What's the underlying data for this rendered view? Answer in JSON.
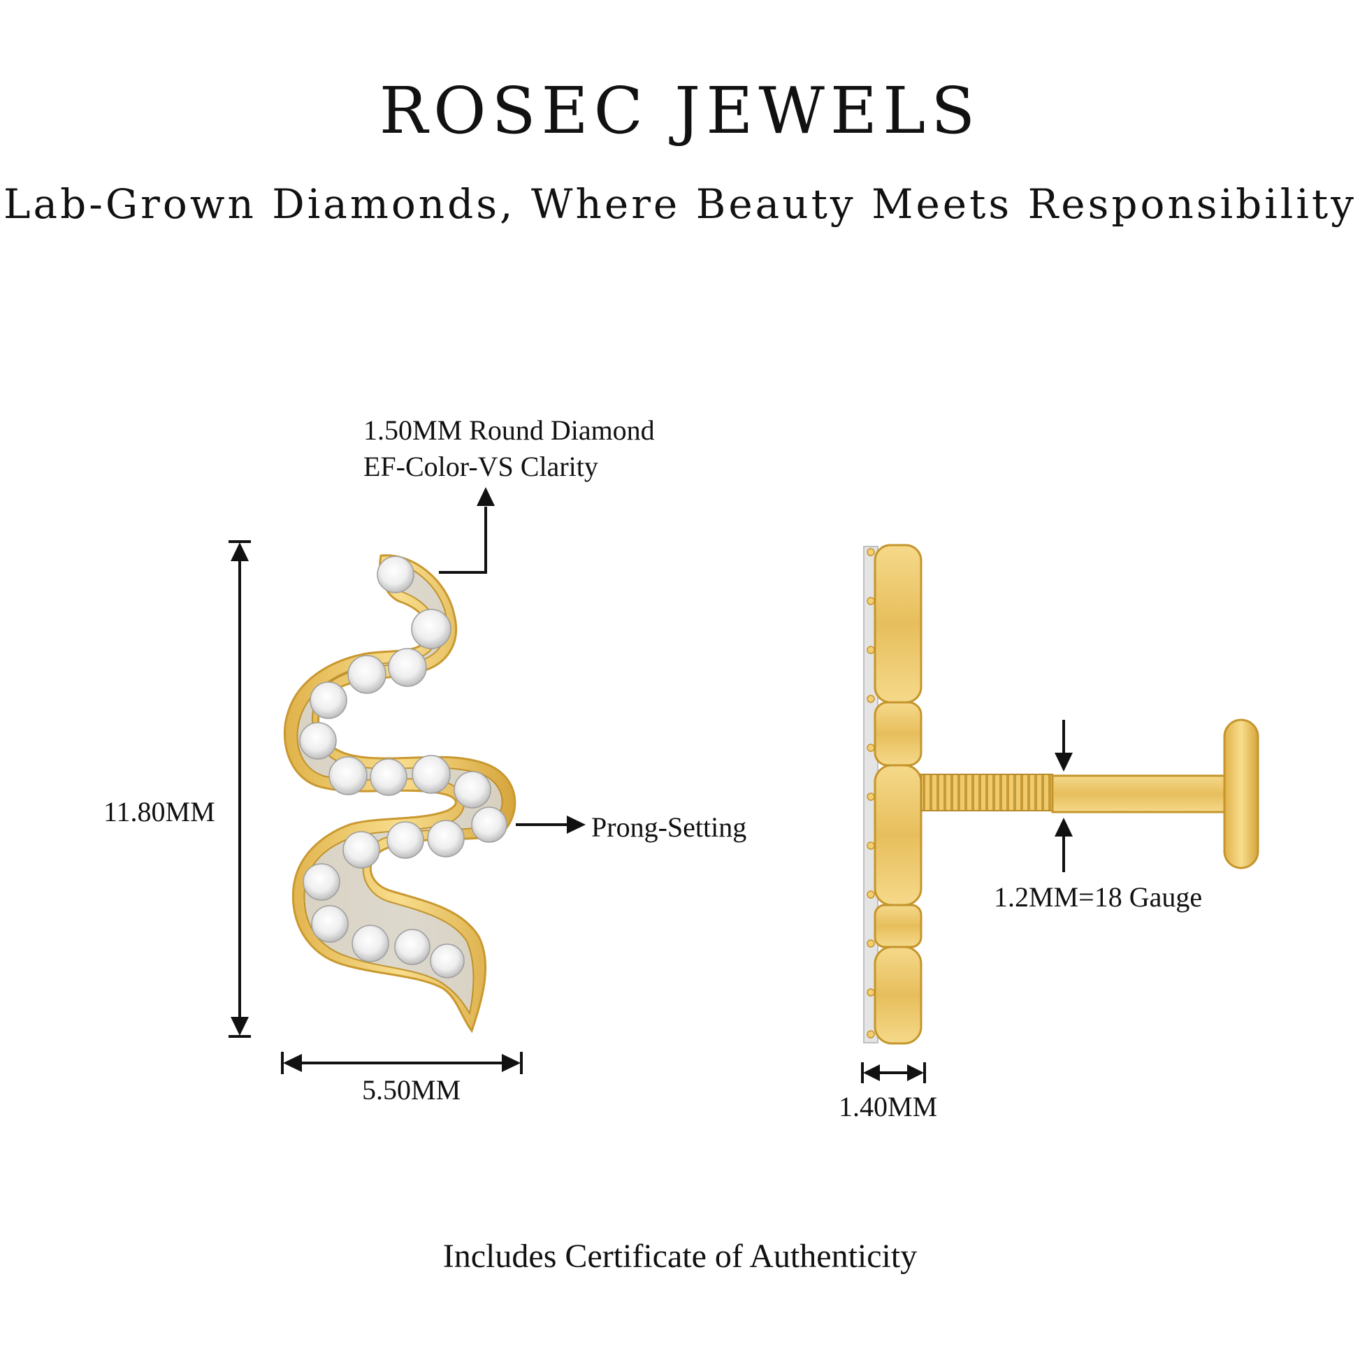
{
  "header": {
    "brand": "ROSEC JEWELS",
    "tagline": "Lab-Grown Diamonds, Where Beauty Meets Responsibility"
  },
  "front_view": {
    "stone_label_line1": "1.50MM Round Diamond",
    "stone_label_line2": "EF-Color-VS Clarity",
    "height_label": "11.80MM",
    "width_label": "5.50MM",
    "setting_label": "Prong-Setting"
  },
  "side_view": {
    "depth_label": "1.40MM",
    "gauge_label": "1.2MM=18 Gauge"
  },
  "footer": {
    "note": "Includes Certificate of Authenticity"
  },
  "colors": {
    "gold": "#F2CB6A",
    "gold_dark": "#C99A2E",
    "diamond": "#F4F4F4",
    "ink": "#111111"
  }
}
